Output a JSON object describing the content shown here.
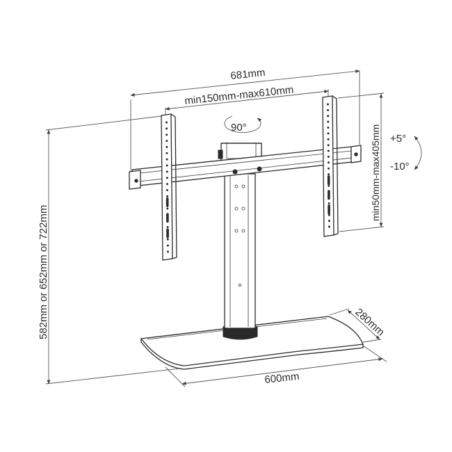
{
  "dimensions": {
    "overall_width": "681mm",
    "vesa_width": "min150mm-max610mm",
    "vesa_height": "min50mm-max405mm",
    "overall_height": "582mm or 652mm or 722mm",
    "base_width": "600mm",
    "base_depth": "280mm"
  },
  "rotation": {
    "swivel": "90°",
    "tilt_up": "+5°",
    "tilt_down": "-10°"
  }
}
